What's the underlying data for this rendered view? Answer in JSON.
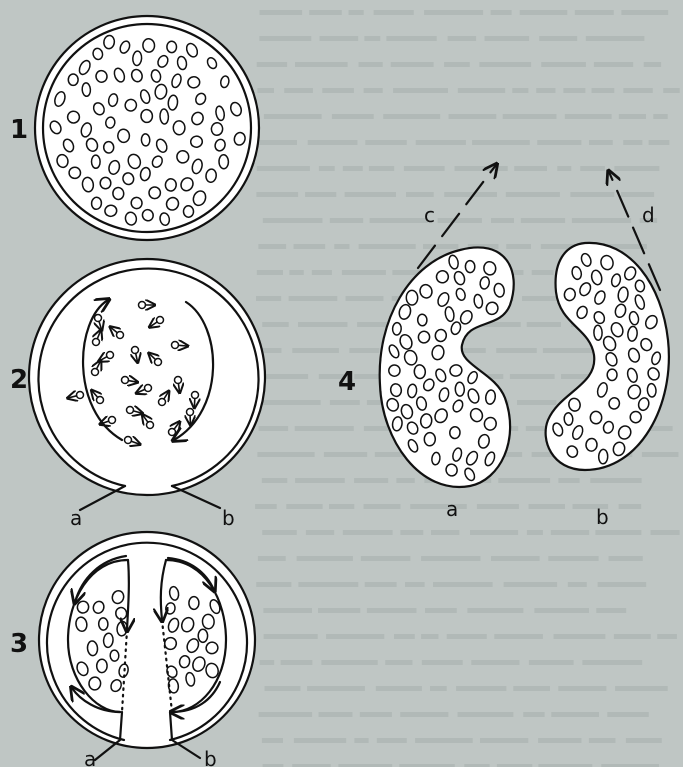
{
  "figure_labels": {
    "stage_1": "1",
    "stage_2": "2",
    "stage_3": "3",
    "stage_4": "4"
  },
  "stage_2": {
    "opening_left": "a",
    "opening_right": "b"
  },
  "stage_3": {
    "half_left": "a",
    "half_right": "b"
  },
  "stage_4": {
    "half_left": "a",
    "half_right": "b",
    "path_left": "c",
    "path_right": "d"
  },
  "colors": {
    "background": "#bfc6c4",
    "ink": "#111111",
    "interior": "#ffffff"
  }
}
